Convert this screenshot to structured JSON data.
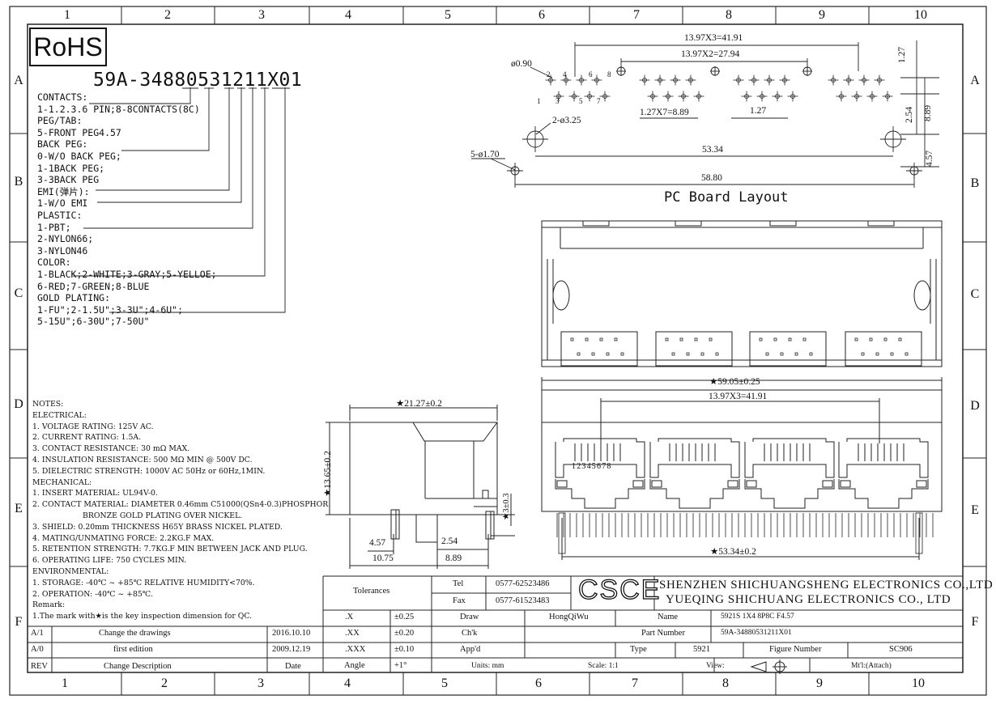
{
  "zones": {
    "cols": [
      "1",
      "2",
      "3",
      "4",
      "5",
      "6",
      "7",
      "8",
      "9",
      "10"
    ],
    "rows": [
      "A",
      "B",
      "C",
      "D",
      "E",
      "F"
    ]
  },
  "rohs": "RoHS",
  "part_code": "59A-34880531211X01",
  "spec_lines": [
    "CONTACTS:",
    "1-1.2.3.6 PIN;8-8CONTACTS(8C)",
    "PEG/TAB:",
    "5-FRONT PEG4.57",
    "BACK PEG:",
    "0-W/O BACK PEG;",
    "1-1BACK PEG;",
    "3-3BACK PEG",
    "EMI(弹片):",
    "1-W/O EMI",
    "PLASTIC:",
    "1-PBT;",
    "2-NYLON66;",
    "3-NYLON46",
    "COLOR:",
    "1-BLACK;2-WHITE;3-GRAY;5-YELLOE;",
    "6-RED;7-GREEN;8-BLUE",
    "GOLD PLATING:",
    "1-FU\";2-1.5U\";3-3U\";4-6U\";",
    "5-15U\";6-30U\";7-50U\""
  ],
  "notes": [
    "NOTES:",
    "ELECTRICAL:",
    "1. VOLTAGE RATING: 125V AC.",
    "2. CURRENT RATING: 1.5A.",
    "3. CONTACT RESISTANCE: 30 mΩ MAX.",
    "4. INSULATION RESISTANCE: 500 MΩ MIN @ 500V DC.",
    "5. DIELECTRIC STRENGTH: 1000V AC 50Hz or 60Hz,1MIN.",
    "MECHANICAL:",
    "1. INSERT MATERIAL: UL94V-0.",
    "2. CONTACT MATERIAL: DIAMETER 0.46mm C51000(QSn4-0.3)PHOSPHOR",
    "                     BRONZE GOLD PLATING OVER NICKEL.",
    "3. SHIELD: 0.20mm THICKNESS H65Y BRASS NICKEL PLATED.",
    "4. MATING/UNMATING FORCE: 2.2KG.F MAX.",
    "5. RETENTION STRENGTH: 7.7KG.F MIN BETWEEN JACK AND PLUG.",
    "6. OPERATING LIFE: 750 CYCLES MIN.",
    "ENVIRONMENTAL:",
    "1. STORAGE: -40℃ ~ +85℃ RELATIVE HUMIDITY<70%.",
    "2. OPERATION: -40℃ ~ +85℃.",
    "Remark:",
    "1.The mark with★is the key inspection dimension for QC."
  ],
  "pcb": {
    "title": "PC Board Layout",
    "d1": "13.97X3=41.91",
    "d2": "13.97X2=27.94",
    "d3": "ø0.90",
    "d4": "1.27X7=8.89",
    "d5": "1.27",
    "d6": "2-ø3.25",
    "d7": "5-ø1.70",
    "d8": "53.34",
    "d9": "58.80",
    "d10": "1.27",
    "d11": "2.54",
    "d12": "8.89",
    "d13": "4.57",
    "pin_labels": [
      "8",
      "6",
      "4",
      "2",
      "1",
      "3",
      "5",
      "7"
    ]
  },
  "front": {
    "d_width": "★59.05±0.25",
    "d_pitch": "13.97X3=41.91",
    "d_pegs": "★53.34±0.2",
    "pin_numbers": "12345678"
  },
  "side": {
    "d_depth": "★21.27±0.2",
    "d_height": "★13.65±0.2",
    "d_pin": "★3±0.3",
    "d_457": "4.57",
    "d_254": "2.54",
    "d_1075": "10.75",
    "d_889": "8.89"
  },
  "title_block": {
    "tolerances": "Tolerances",
    "tol": [
      [
        ".X",
        "±0.25"
      ],
      [
        ".XX",
        "±0.20"
      ],
      [
        ".XXX",
        "±0.10"
      ],
      [
        "Angle",
        "+1°"
      ]
    ],
    "tel_label": "Tel",
    "tel": "0577-62523486",
    "fax_label": "Fax",
    "fax": "0577-61523483",
    "logo": "CSCE",
    "company1": "SHENZHEN SHICHUANGSHENG ELECTRONICS CO.,LTD",
    "company2": "YUEQING SHICHUANG ELECTRONICS CO., LTD",
    "draw_label": "Draw",
    "draw": "HongQiWu",
    "chk_label": "Ch'k",
    "app_label": "App'd",
    "name_label": "Name",
    "name": "5921S 1X4 8P8C F4.57",
    "pn_label": "Part Number",
    "pn": "59A-34880531211X01",
    "type_label": "Type",
    "type": "5921",
    "fig_label": "Figure Number",
    "fig": "SC906",
    "units": "Units: mm",
    "scale": "Scale: 1:1",
    "view": "View:",
    "mtl": "Mt'l:(Attach)",
    "revs": [
      {
        "rev": "A/1",
        "desc": "Change the drawings",
        "date": "2016.10.10"
      },
      {
        "rev": "A/0",
        "desc": "first edition",
        "date": "2009.12.19"
      }
    ],
    "rev_header": {
      "rev": "REV",
      "desc": "Change Description",
      "date": "Date"
    }
  }
}
